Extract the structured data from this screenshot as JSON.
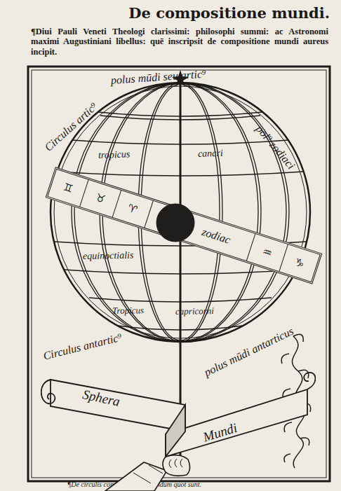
{
  "diagram": {
    "title": "De compositione mundi.",
    "nodes": [
      {
        "text": [
          "♊",
          "♉",
          "♈",
          "♓",
          "zodiac",
          "♒",
          "♑"
        ]
      },
      {
        "text": [
          "Sphera",
          "Mundi"
        ]
      }
    ],
    "labels": [
      "¶Diui Pauli Veneti Theologi clarissimi: philosophi summi: ac Astronomi maximi Augustiniani libellus: quē inscripsit de compositione mundi aureus incipit.",
      "Circulus artic⁹",
      "polus mūdi seu artic⁹",
      "pol⁹ zodiaci",
      "tropicus",
      "cancri",
      "equinoctialis",
      "Tropicus",
      "capricorni",
      "Circulus antartic⁹",
      "polus mūdi antarticus",
      "¶De circulis componentibus mundum quot sunt."
    ]
  }
}
